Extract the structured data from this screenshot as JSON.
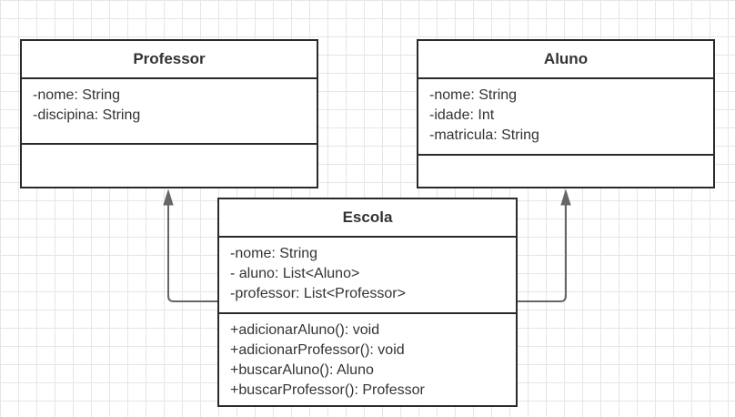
{
  "diagram": {
    "classes": {
      "professor": {
        "name": "Professor",
        "attributes": [
          "-nome: String",
          "-discipina: String"
        ],
        "methods": []
      },
      "aluno": {
        "name": "Aluno",
        "attributes": [
          "-nome: String",
          "-idade: Int",
          "-matricula: String"
        ],
        "methods": []
      },
      "escola": {
        "name": "Escola",
        "attributes": [
          "-nome: String",
          "- aluno: List<Aluno>",
          "-professor: List<Professor>"
        ],
        "methods": [
          "+adicionarAluno(): void",
          "+adicionarProfessor(): void",
          "+buscarAluno(): Aluno",
          "+buscarProfessor(): Professor"
        ]
      }
    },
    "relationships": [
      {
        "from": "Escola",
        "to": "Professor",
        "arrow": "filled-triangle"
      },
      {
        "from": "Escola",
        "to": "Aluno",
        "arrow": "filled-triangle"
      }
    ],
    "colors": {
      "border": "#2a2a2a",
      "text": "#333333",
      "connector": "#666666",
      "grid": "#e6e6e6",
      "background": "#ffffff"
    }
  }
}
